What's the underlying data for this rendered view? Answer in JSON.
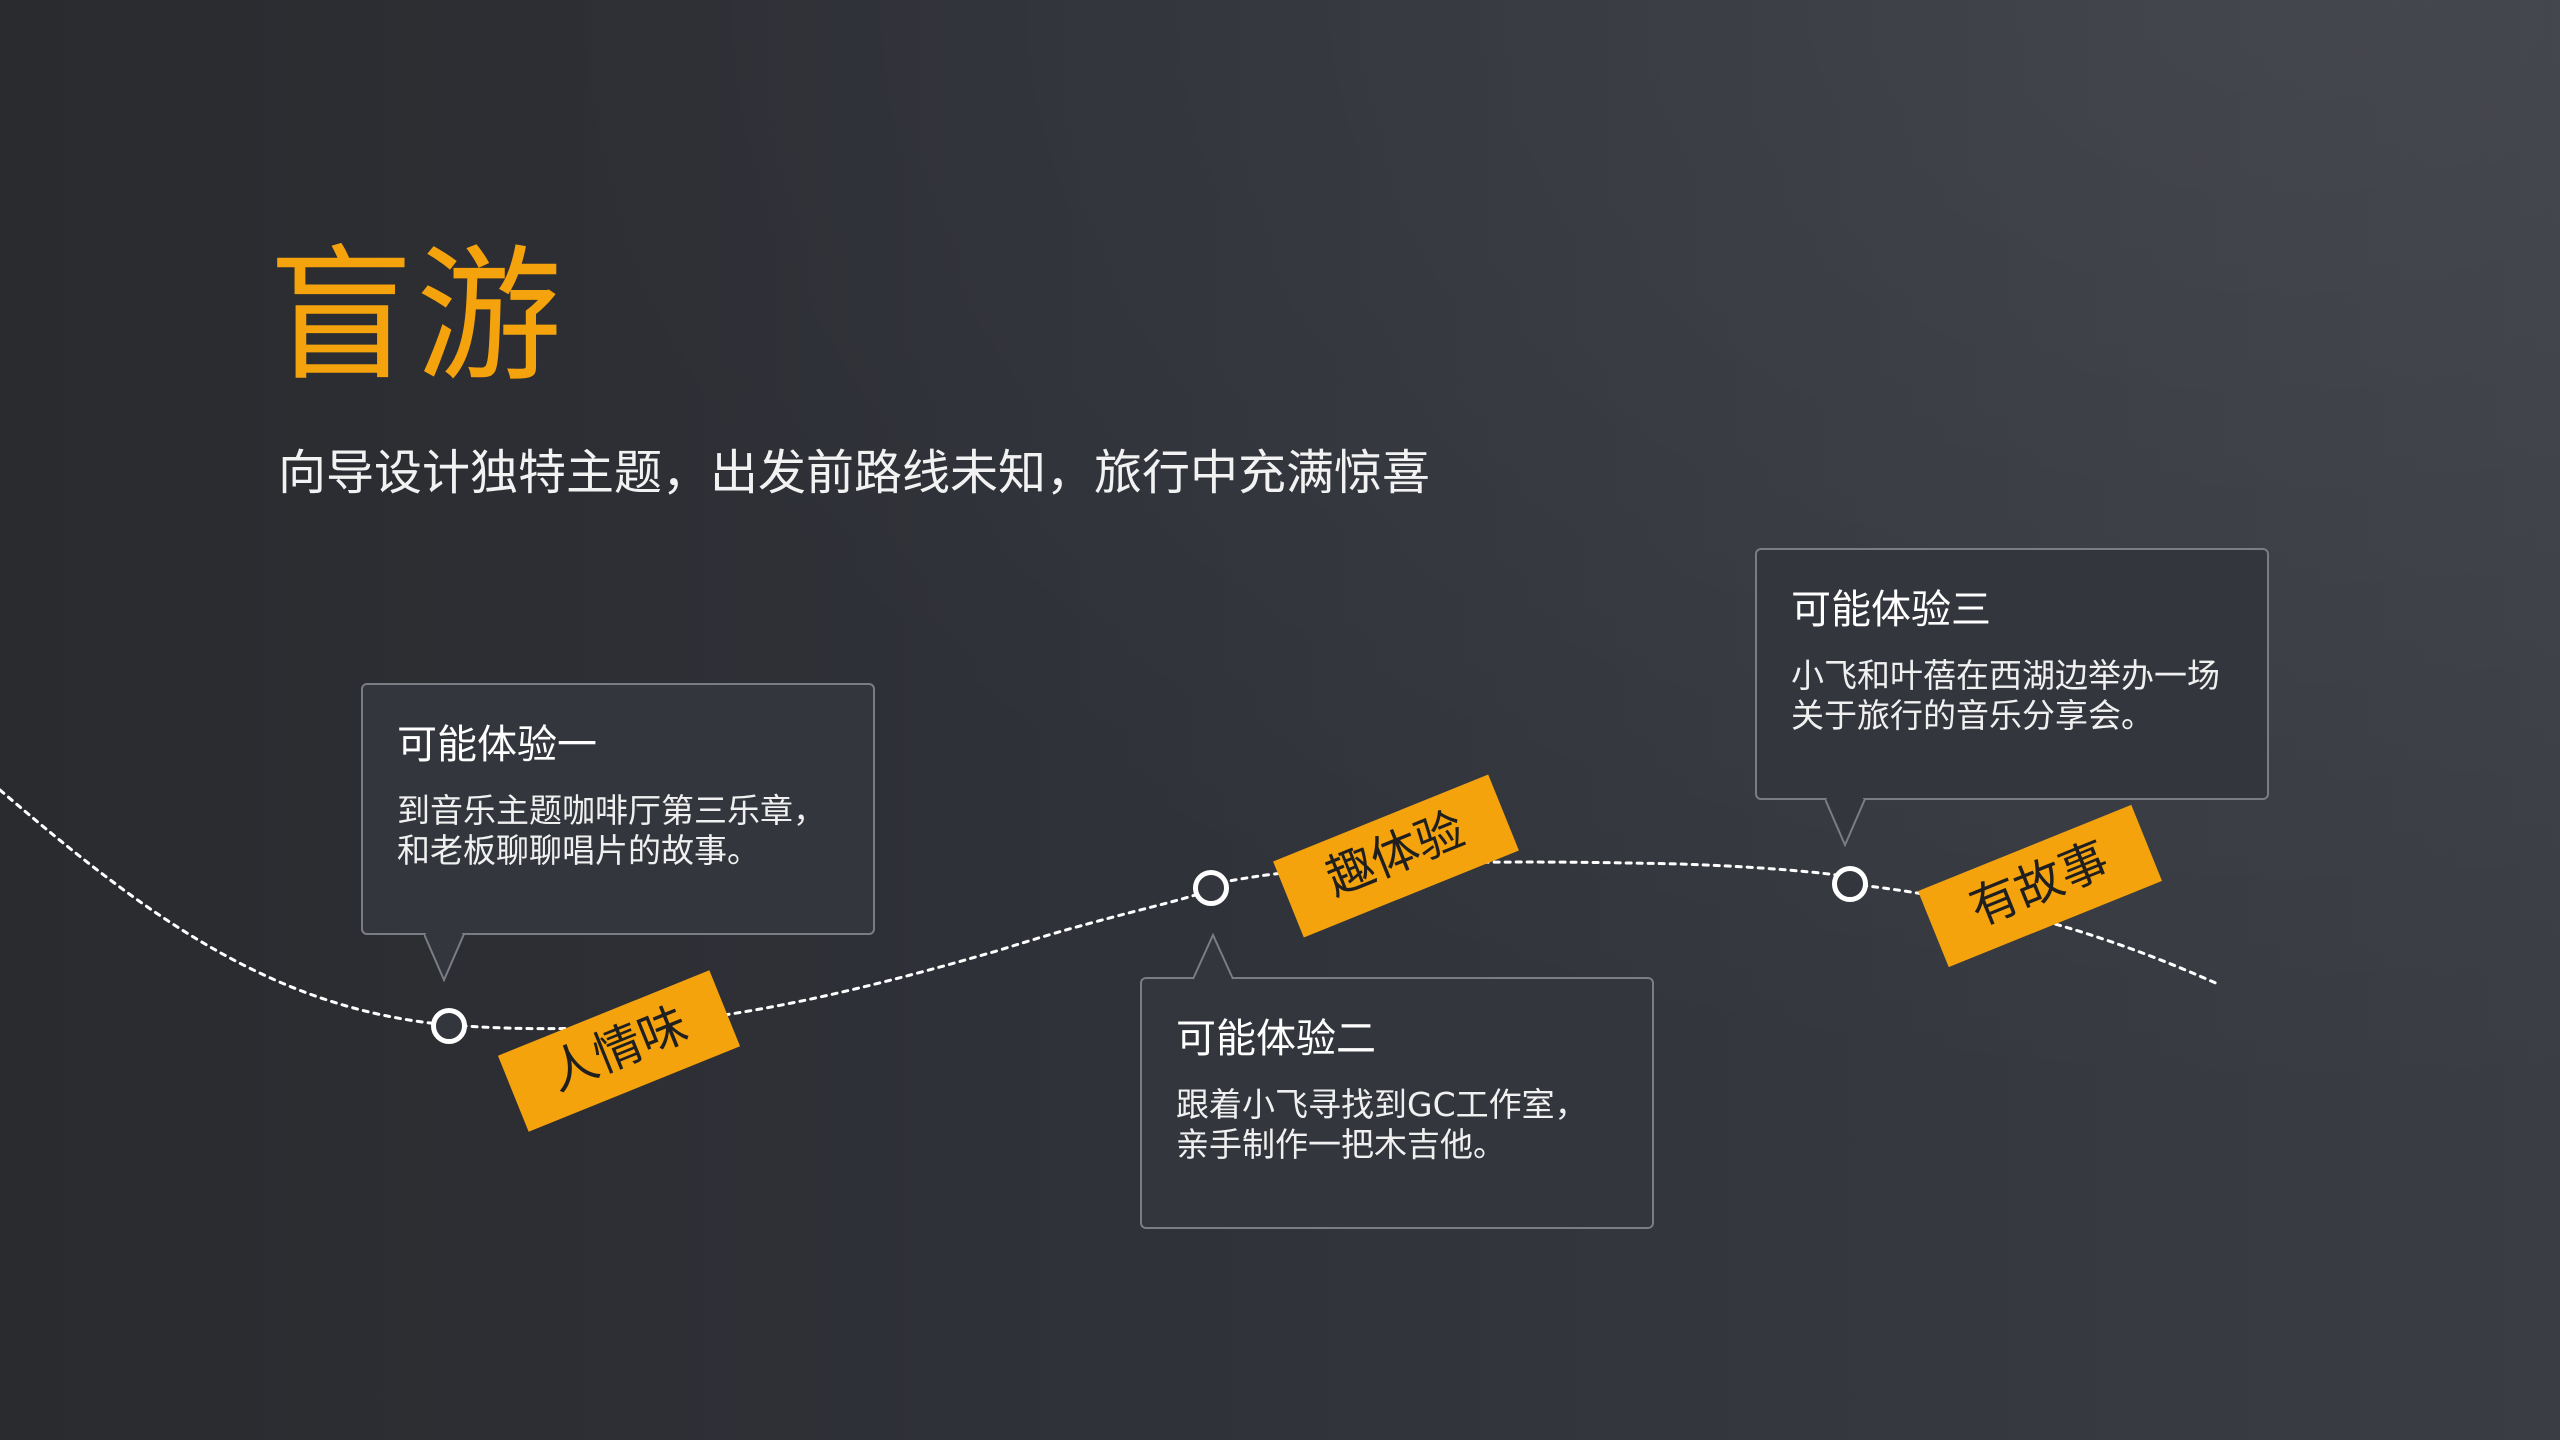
{
  "page": {
    "title": "盲游",
    "subtitle": "向导设计独特主题，出发前路线未知，旅行中充满惊喜"
  },
  "tags": [
    "人情味",
    "趣体验",
    "有故事"
  ],
  "callouts": [
    {
      "title": "可能体验一",
      "body": "到音乐主题咖啡厅第三乐章，和老板聊聊唱片的故事。"
    },
    {
      "title": "可能体验二",
      "body": "跟着小飞寻找到GC工作室，亲手制作一把木吉他。"
    },
    {
      "title": "可能体验三",
      "body": "小飞和叶蓓在西湖边举办一场关于旅行的音乐分享会。"
    }
  ],
  "colors": {
    "accent": "#f5a30d",
    "background_left": "#2a2b2e",
    "background_right": "#3a3d44",
    "text": "#ffffff",
    "callout_border": "#7a7d84"
  },
  "icons": {
    "route_nodes": "circle-outline",
    "route_path": "dotted-curve"
  }
}
